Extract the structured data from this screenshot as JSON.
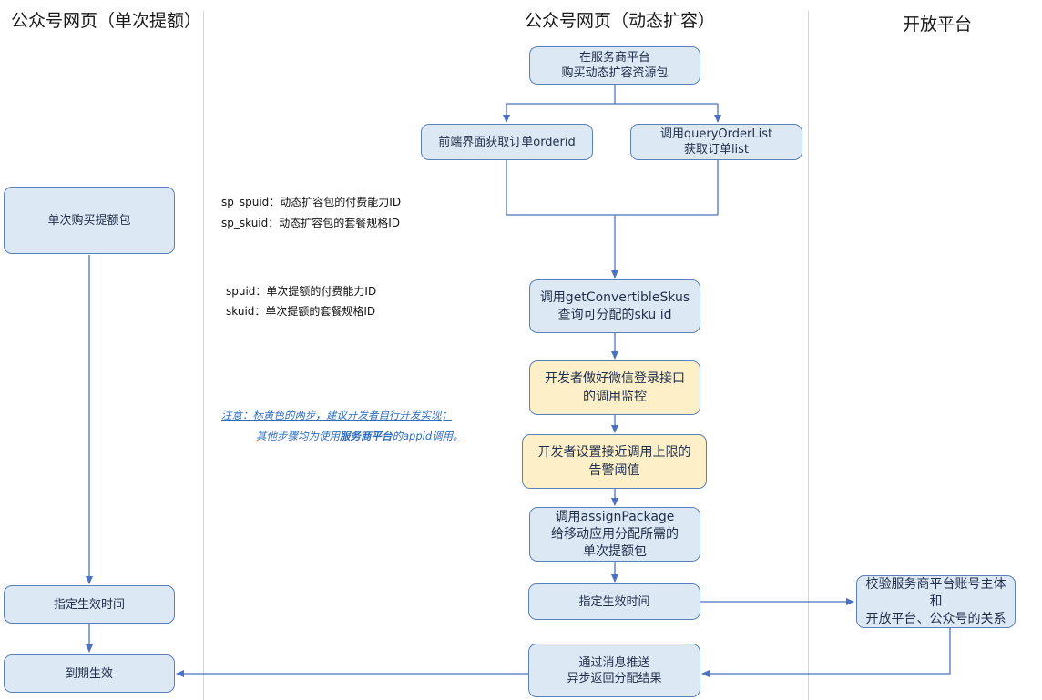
{
  "lanes": {
    "left_title": "公众号网页（单次提额）",
    "middle_title": "公众号网页（动态扩容）",
    "right_title": "开放平台"
  },
  "boxes": {
    "buy_pkg": [
      "在服务商平台",
      "购买动态扩容资源包"
    ],
    "frontend_orderid": [
      "前端界面获取订单orderid"
    ],
    "query_order": [
      "调用queryOrderList",
      "获取订单list"
    ],
    "get_skus": [
      "调用getConvertibleSkus",
      "查询可分配的sku id"
    ],
    "monitor": [
      "开发者做好微信登录接口",
      "的调用监控"
    ],
    "alarm": [
      "开发者设置接近调用上限的",
      "告警阈值"
    ],
    "assign": [
      "调用assignPackage",
      "给移动应用分配所需的",
      "单次提额包"
    ],
    "mid_effect_time": [
      "指定生效时间"
    ],
    "push_result": [
      "通过消息推送",
      "异步返回分配结果"
    ],
    "single_buy": [
      "单次购买提额包"
    ],
    "left_effect_time": [
      "指定生效时间"
    ],
    "expire": [
      "到期生效"
    ],
    "verify": [
      "校验服务商平台账号主体和",
      "开放平台、公众号的关系"
    ]
  },
  "notes": {
    "sp_spuid": "sp_spuid：动态扩容包的付费能力ID",
    "sp_skuid": "sp_skuid：动态扩容包的套餐规格ID",
    "spuid": "spuid：单次提额的付费能力ID",
    "skuid": "skuid：单次提额的套餐规格ID"
  },
  "warning": {
    "line1": "注意：标黄色的两步，建议开发者自行开发实现；",
    "line2_prefix": "其他步骤均为使用",
    "line2_bold": "服务商平台",
    "line2_suffix": "的appid调用。"
  },
  "colors": {
    "box_fill": "#dde8f5",
    "highlight_fill": "#fdf0c9",
    "border": "#5b80b8",
    "arrow": "#4a72c0"
  }
}
